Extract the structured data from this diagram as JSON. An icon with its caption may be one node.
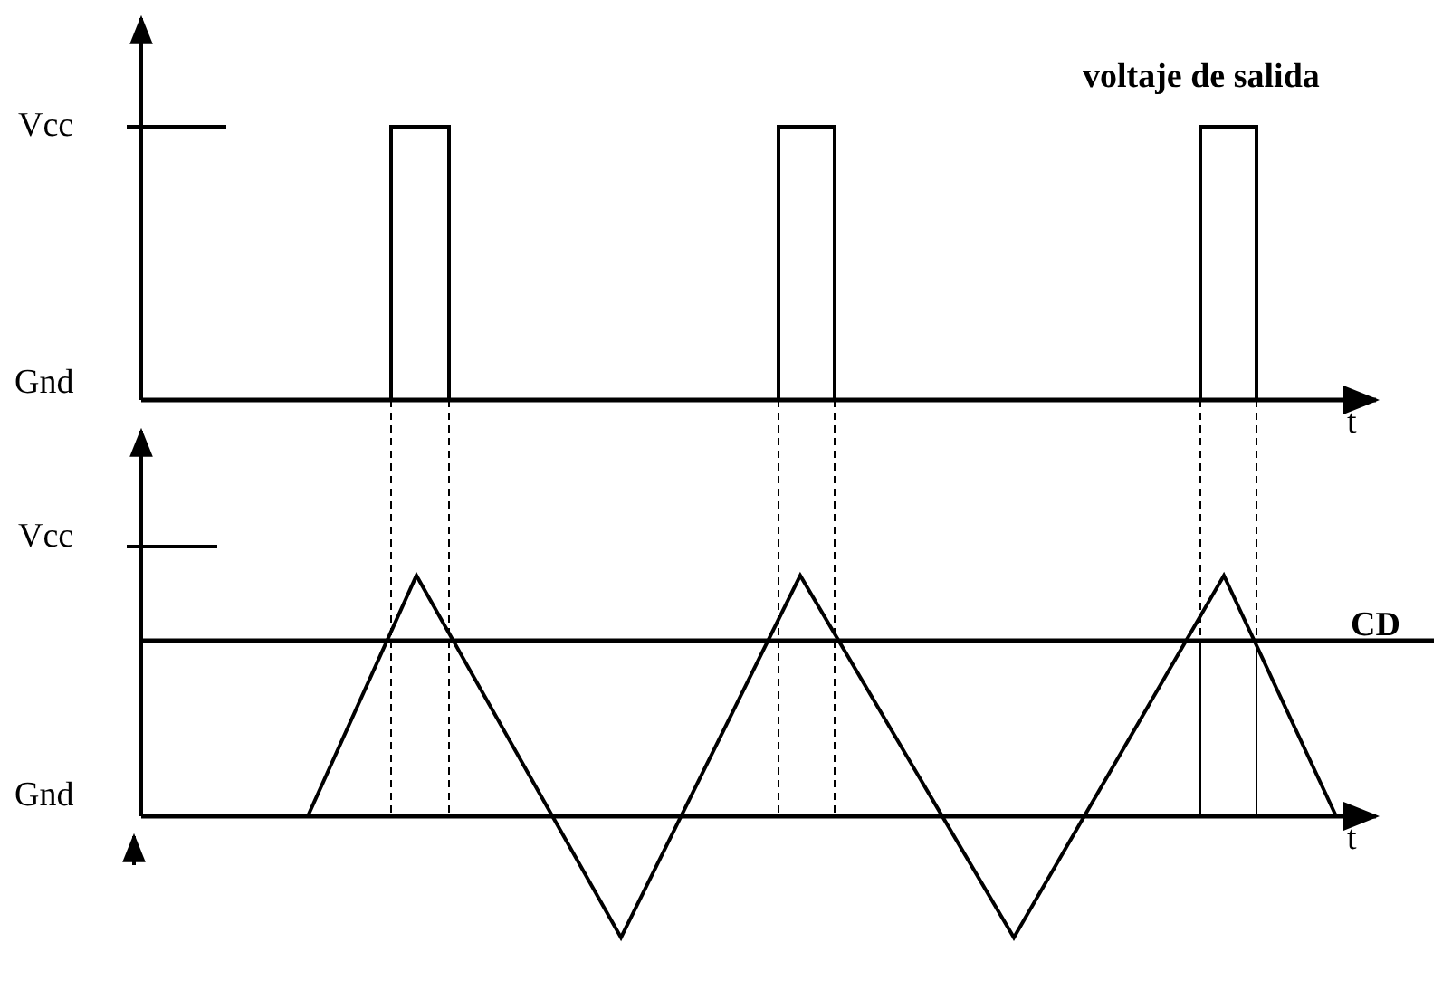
{
  "diagram": {
    "labels": [
      "Vcc",
      "voltaje de salida",
      "Gnd",
      "t",
      "Vcc",
      "CD",
      "Gnd",
      "t"
    ]
  }
}
